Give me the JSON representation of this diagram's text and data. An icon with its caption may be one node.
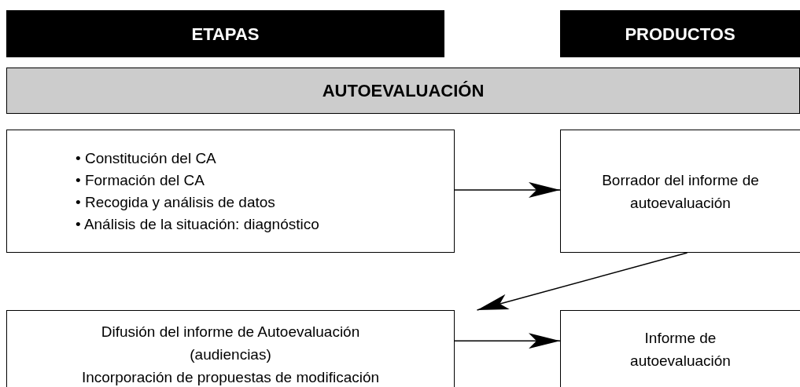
{
  "diagram": {
    "nodes": [
      {
        "text": [
          "ETAPAS"
        ]
      },
      {
        "text": [
          "PRODUCTOS"
        ]
      },
      {
        "text": [
          "AUTOEVALUACIÓN"
        ]
      },
      {
        "text": [
          "• Constitución del CA",
          "• Formación del CA",
          "• Recogida y análisis de datos",
          "• Análisis de la situación: diagnóstico"
        ]
      },
      {
        "text": [
          "Borrador del informe de autoevaluación"
        ]
      },
      {
        "text": [
          "Difusión del informe de Autoevaluación (audiencias)",
          "Incorporación de propuestas de modificación"
        ]
      },
      {
        "text": [
          "Informe de autoevaluación"
        ]
      }
    ],
    "edges": [
      {
        "from": 3,
        "to": 4,
        "arrow": "to"
      },
      {
        "from": 4,
        "to": 5,
        "arrow": "to"
      },
      {
        "from": 5,
        "to": 6,
        "arrow": "to"
      }
    ]
  }
}
